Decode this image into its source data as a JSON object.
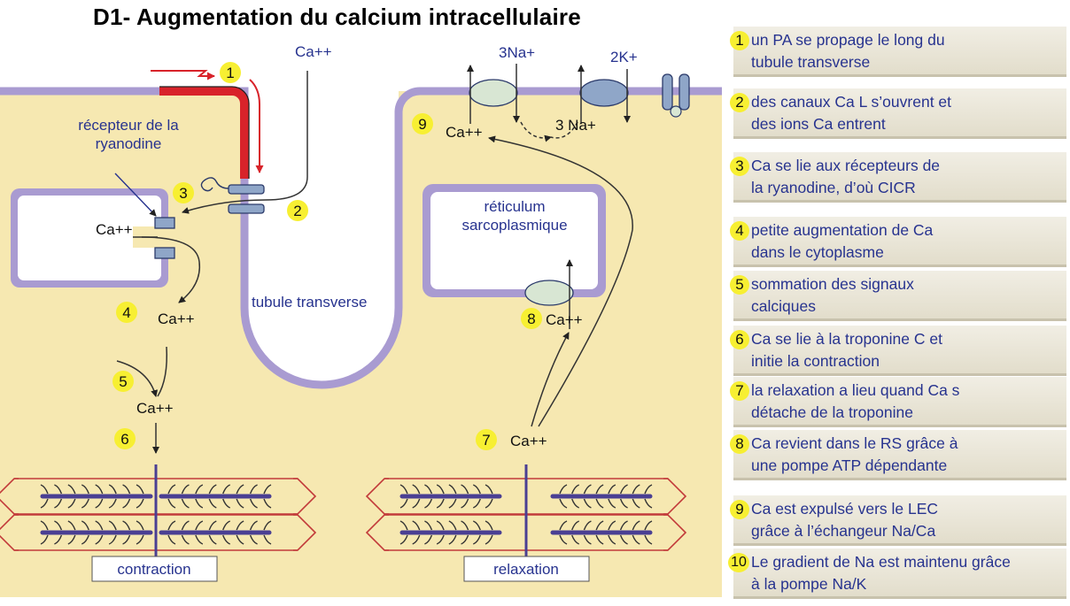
{
  "title": "D1- Augmentation du calcium intracellulaire",
  "diagram": {
    "ion_ca_top": "Ca++",
    "ion_3na_top": "3Na+",
    "ion_2k_top": "2K+",
    "ion_3na_mid": "3 Na+",
    "ion_ca_9": "Ca++",
    "ryanodine_label_line1": "récepteur de la",
    "ryanodine_label_line2": "ryanodine",
    "ion_ca_sr_left": "Ca++",
    "ion_ca_4": "Ca++",
    "ion_ca_5": "Ca++",
    "tubule_label": "tubule transverse",
    "sr_label_line1": "réticulum",
    "sr_label_line2": "sarcoplasmique",
    "ion_ca_8": "Ca++",
    "ion_ca_7": "Ca++",
    "contraction_label": "contraction",
    "relaxation_label": "relaxation",
    "badges": [
      "1",
      "2",
      "3",
      "4",
      "5",
      "6",
      "7",
      "8",
      "9"
    ]
  },
  "steps": [
    {
      "num": "1",
      "text": "un PA se propage le long du\ntubule transverse"
    },
    {
      "num": "2",
      "text": "des canaux Ca L s’ouvrent et\ndes ions Ca entrent"
    },
    {
      "num": "3",
      "text": "Ca se lie aux récepteurs de\nla ryanodine, d’où CICR"
    },
    {
      "num": "4",
      "text": "petite augmentation de Ca\ndans le cytoplasme"
    },
    {
      "num": "5",
      "text": "sommation des signaux\ncalciques"
    },
    {
      "num": "6",
      "text": "Ca se lie à la troponine C et\ninitie la contraction"
    },
    {
      "num": "7",
      "text": "la relaxation a lieu quand Ca s\ndétache de la troponine"
    },
    {
      "num": "8",
      "text": "Ca revient dans le RS grâce  à\nune pompe ATP dépendante"
    },
    {
      "num": "9",
      "text": "Ca est expulsé vers le LEC\ngrâce à l’échangeur Na/Ca"
    },
    {
      "num": "10",
      "text": "Le gradient de Na est maintenu grâce\nà la pompe Na/K"
    }
  ],
  "colors": {
    "cytoplasm": "#f6e8b1",
    "membrane": "#a99bd1",
    "action_potential": "#d8232a",
    "label_blue": "#27338f",
    "badge_yellow": "#f7ef32",
    "channel": "#8fa6c8",
    "pump": "#d8e6d3"
  }
}
